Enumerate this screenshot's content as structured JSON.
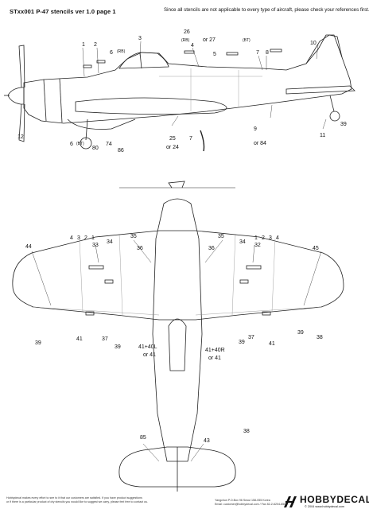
{
  "header": {
    "title": "STxx001 P-47 stencils ver 1.0 page 1",
    "note": "Since all stencils are not applicable to every type of aircraft, please check your references first."
  },
  "side_view_labels": [
    "26",
    "(RB)",
    "or 27",
    "(BT)",
    "1",
    "2",
    "3",
    "6",
    "(RB)",
    "4",
    "5",
    "7",
    "8",
    "10",
    "12",
    "6",
    "(BT)",
    "80",
    "74",
    "86",
    "25",
    "or 24",
    "7",
    "9",
    "or 84",
    "11",
    "39"
  ],
  "plan_view_labels": [
    "4",
    "3",
    "2",
    "1",
    "1",
    "2",
    "3",
    "4",
    "33",
    "34",
    "35",
    "35",
    "34",
    "32",
    "44",
    "36",
    "36",
    "45",
    "39",
    "41",
    "37",
    "39",
    "41+40L",
    "or 41",
    "41+40R",
    "or 41",
    "39",
    "37",
    "41",
    "39",
    "38",
    "38",
    "85",
    "43"
  ],
  "footer": {
    "left_1": "Hobbydecal makes every effort to see to it that our customers are satisfied. If you have product suggestions",
    "left_2": "or if there is a particular product of dry stencils you would like to suggest we carry, please feel free to contact us.",
    "mid_1": "Yangchun P.O.Box 96 Seoul 158-055 Korea",
    "mid_2": "Email: customer@hobbydecal.com / Fax 82-2-6204-6508"
  },
  "logo": {
    "name": "HOBBYDECAL",
    "copyright": "© 2004 www.hobbydecal.com"
  },
  "colors": {
    "ink": "#111111",
    "line": "#222222",
    "faint": "#8a8a8a"
  }
}
